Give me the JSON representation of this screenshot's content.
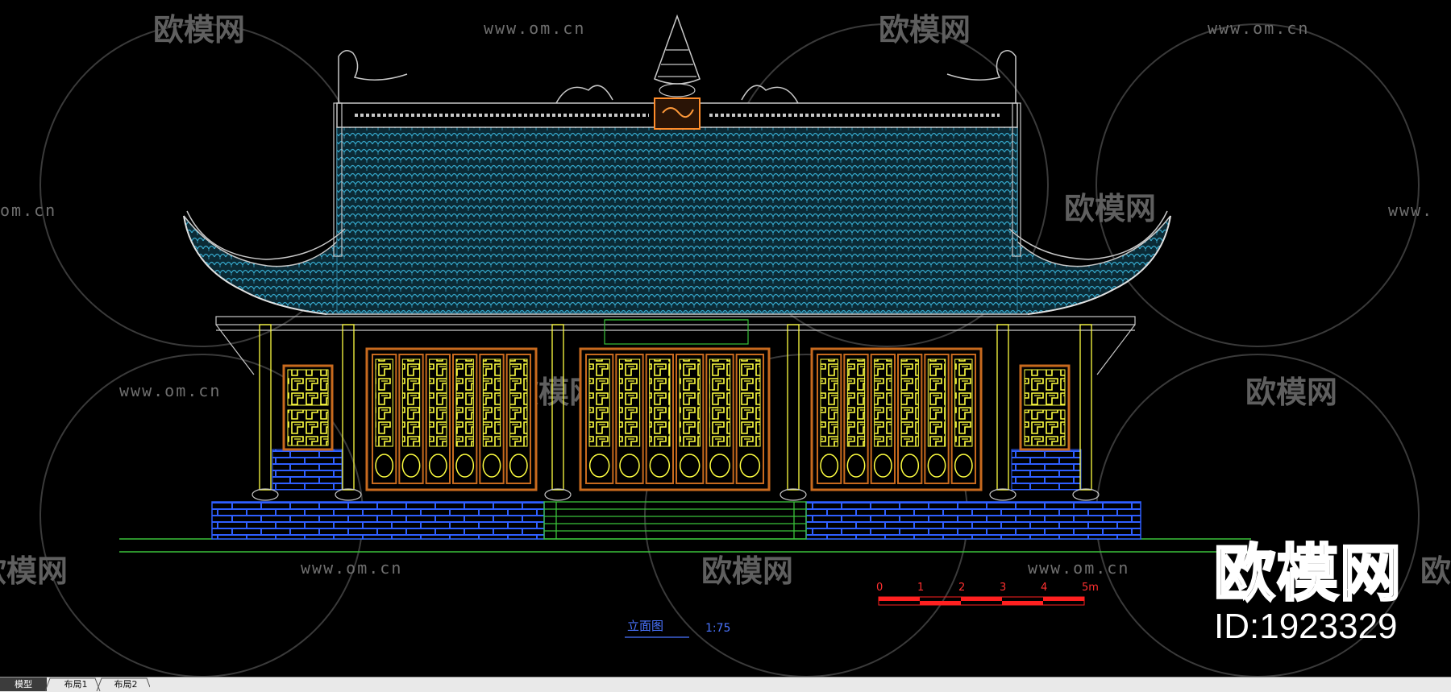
{
  "drawing": {
    "title": "立面图",
    "scale": "1:75",
    "scale_bar": {
      "ticks": [
        "0",
        "1",
        "2",
        "3",
        "4",
        "5m"
      ]
    }
  },
  "watermarks": {
    "site": "www.om.cn",
    "site_cut_left": "om.cn",
    "site_cut_right": "www.",
    "brand": "欧模网",
    "brand_cut_left": "欧模网",
    "brand_cut_right": "欧"
  },
  "brand_overlay": {
    "name": "欧模网",
    "id": "ID:1923329"
  },
  "layout_tabs": [
    {
      "label": "模型",
      "active": true
    },
    {
      "label": "布局1",
      "active": false
    },
    {
      "label": "布局2",
      "active": false
    }
  ],
  "colors": {
    "background": "#000000",
    "roof_tile": "#2a8fb0",
    "window_yellow": "#ffff40",
    "frame_orange": "#c86a1e",
    "base_blue": "#2f5fff",
    "ground_green": "#3ac23a",
    "scale_red": "#ff2020"
  }
}
